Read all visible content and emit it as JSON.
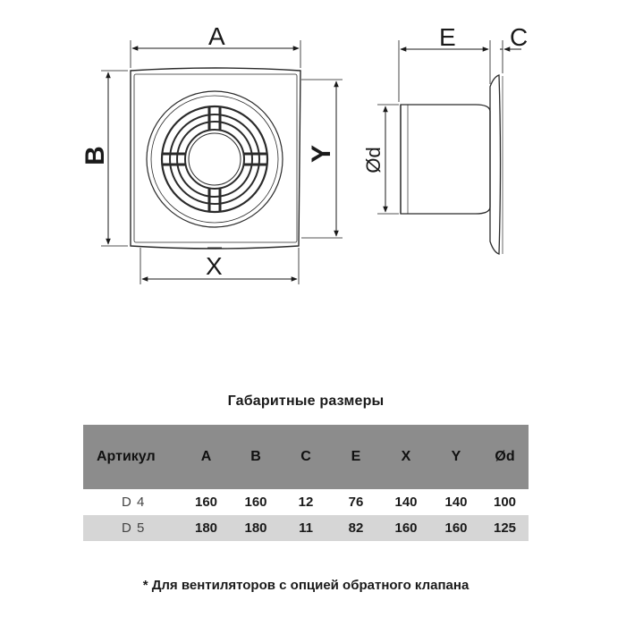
{
  "drawing": {
    "labels": {
      "A": "A",
      "B": "B",
      "X": "X",
      "Y": "Y",
      "E": "E",
      "C": "C",
      "d": "Ød"
    }
  },
  "table": {
    "title": "Габаритные размеры",
    "headers": [
      "Артикул",
      "A",
      "B",
      "C",
      "E",
      "X",
      "Y",
      "Ød"
    ],
    "rows": [
      [
        "D 4",
        "160",
        "160",
        "12",
        "76",
        "140",
        "140",
        "100"
      ],
      [
        "D 5",
        "180",
        "180",
        "11",
        "82",
        "160",
        "160",
        "125"
      ]
    ]
  },
  "footnote": "* Для вентиляторов с опцией обратного клапана"
}
